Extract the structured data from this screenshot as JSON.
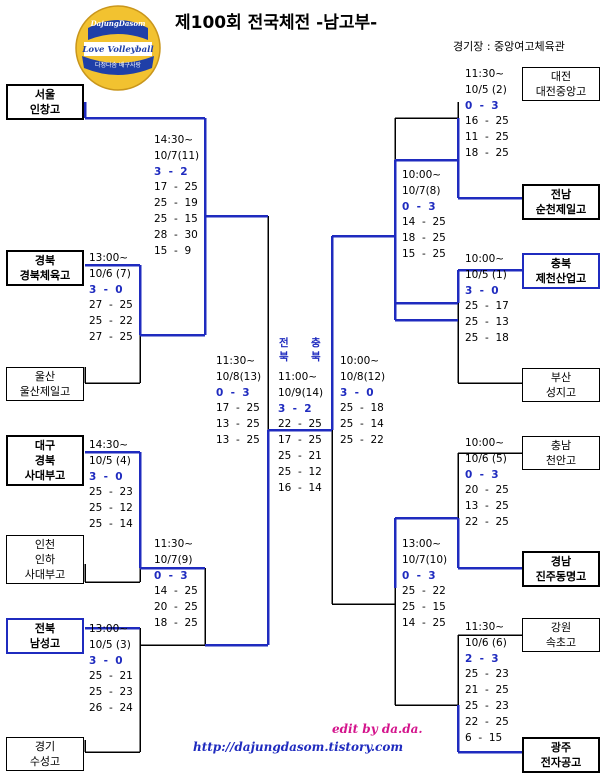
{
  "header": {
    "title": "제100회 전국체전 -남고부-",
    "venue": "경기장 : 중앙여고체육관"
  },
  "logo": {
    "top_text": "DajungDasom",
    "main_text": "Love Volleyball",
    "bottom_text": "다정다솜 배구사랑",
    "colors": {
      "yellow": "#f2c230",
      "blue": "#1f3fa8",
      "white": "#ffffff"
    }
  },
  "teams": {
    "seoul": {
      "region": "서울",
      "school": "인창고"
    },
    "gb": {
      "region": "경북",
      "school": "경북체육고"
    },
    "ulsan": {
      "region": "울산",
      "school": "울산제일고"
    },
    "daegu": {
      "region": "대구",
      "region2": "경북",
      "school": "사대부고"
    },
    "incheon": {
      "region": "인천",
      "region2": "인하",
      "school": "사대부고"
    },
    "jeonbuk": {
      "region": "전북",
      "school": "남성고"
    },
    "gyeonggi": {
      "region": "경기",
      "school": "수성고"
    },
    "daejeon": {
      "region": "대전",
      "school": "대전중앙고"
    },
    "jeonnam": {
      "region": "전남",
      "school": "순천제일고"
    },
    "cb": {
      "region": "충북",
      "school": "제천산업고"
    },
    "busan": {
      "region": "부산",
      "school": "성지고"
    },
    "cn": {
      "region": "충남",
      "school": "천안고"
    },
    "gn": {
      "region": "경남",
      "school": "진주동명고"
    },
    "gangwon": {
      "region": "강원",
      "school": "속초고"
    },
    "gwangju": {
      "region": "광주",
      "school": "전자공고"
    }
  },
  "games": [
    {
      "id": "g1",
      "time": "14:30~",
      "date": "10/7(11)",
      "score": "3  -  2",
      "sets": [
        "17  -  25",
        "25  -  19",
        "25  -  15",
        "28  -  30",
        "15  -  9"
      ]
    },
    {
      "id": "g2",
      "time": "13:00~",
      "date": "10/6 (7)",
      "score": "3  -  0",
      "sets": [
        "27  -  25",
        "25  -  22",
        "27  -  25"
      ]
    },
    {
      "id": "g3",
      "time": "14:30~",
      "date": "10/5 (4)",
      "score": "3  -  0",
      "sets": [
        "25  -  23",
        "25  -  12",
        "25  -  14"
      ]
    },
    {
      "id": "g4",
      "time": "11:30~",
      "date": "10/7(9)",
      "score": "0  -  3",
      "sets": [
        "14  -  25",
        "20  -  25",
        "18  -  25"
      ]
    },
    {
      "id": "g5",
      "time": "13:00~",
      "date": "10/5 (3)",
      "score": "3  -  0",
      "sets": [
        "25  -  21",
        "25  -  23",
        "26  -  24"
      ]
    },
    {
      "id": "g6",
      "time": "11:30~",
      "date": "10/8(13)",
      "score": "0  -  3",
      "sets": [
        "17  -  25",
        "13  -  25",
        "13  -  25"
      ]
    },
    {
      "id": "g7",
      "time": "11:00~",
      "date": "10/9(14)",
      "score": "3  -  2",
      "sets": [
        "22  -  25",
        "17  -  25",
        "25  -  21",
        "25  -  12",
        "16  -  14"
      ]
    },
    {
      "id": "g8",
      "time": "10:00~",
      "date": "10/8(12)",
      "score": "3  -  0",
      "sets": [
        "25  -  18",
        "25  -  14",
        "25  -  22"
      ]
    },
    {
      "id": "g9",
      "time": "11:30~",
      "date": "10/5 (2)",
      "score": "0  -  3",
      "sets": [
        "16  -  25",
        "11  -  25",
        "18  -  25"
      ]
    },
    {
      "id": "g10",
      "time": "10:00~",
      "date": "10/7(8)",
      "score": "0  -  3",
      "sets": [
        "14  -  25",
        "18  -  25",
        "15  -  25"
      ]
    },
    {
      "id": "g11",
      "time": "10:00~",
      "date": "10/5 (1)",
      "score": "3  -  0",
      "sets": [
        "25  -  17",
        "25  -  13",
        "25  -  18"
      ]
    },
    {
      "id": "g12",
      "time": "10:00~",
      "date": "10/6 (5)",
      "score": "0  -  3",
      "sets": [
        "20  -  25",
        "13  -  25",
        "22  -  25"
      ]
    },
    {
      "id": "g13",
      "time": "13:00~",
      "date": "10/7(10)",
      "score": "0  -  3",
      "sets": [
        "25  -  22",
        "25  -  15",
        "14  -  25"
      ]
    },
    {
      "id": "g14",
      "time": "11:30~",
      "date": "10/6 (6)",
      "score": "2  -  3",
      "sets": [
        "25  -  23",
        "21  -  25",
        "25  -  23",
        "22  -  25",
        "6  -  15"
      ]
    }
  ],
  "final_labels": {
    "left": [
      "전",
      "북"
    ],
    "right": [
      "충",
      "북"
    ]
  },
  "credits": {
    "line1": "edit by da.da.",
    "line2": "http://dajungdasom.tistory.com"
  },
  "colors": {
    "bracket_win": "#1f2bbf",
    "bracket": "#000000"
  }
}
